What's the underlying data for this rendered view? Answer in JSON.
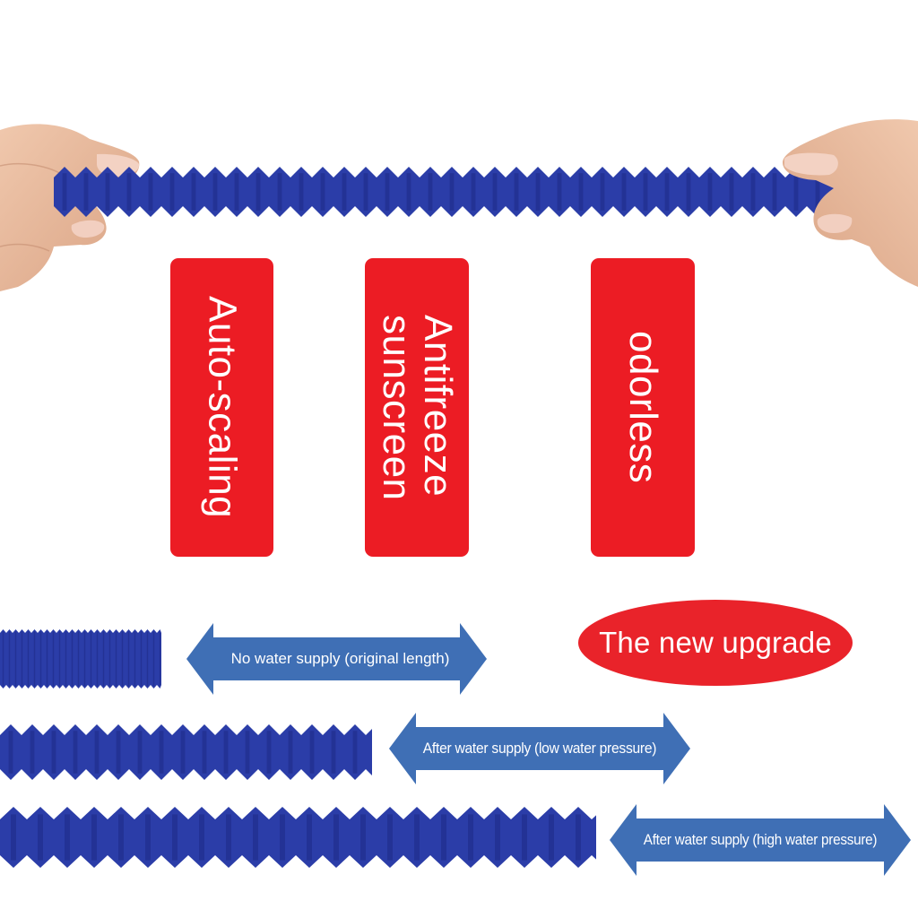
{
  "title_partial": "",
  "features": [
    {
      "label": "Auto-scaling",
      "lines": [
        "Auto-scaling"
      ]
    },
    {
      "label": "Antifreeze sunscreen",
      "lines": [
        "Antifreeze",
        "sunscreen"
      ]
    },
    {
      "label": "odorless",
      "lines": [
        "odorless"
      ]
    }
  ],
  "badge": {
    "label": "The new upgrade"
  },
  "states": [
    {
      "label": "No water supply (original length)"
    },
    {
      "label": "After water supply (low water pressure)"
    },
    {
      "label": "After water supply (high water pressure)"
    }
  ],
  "colors": {
    "tag_red": "#ec1c24",
    "badge_red": "#e9232a",
    "arrow_blue": "#3f6fb5",
    "hose_blue": "#2b3da8",
    "hose_dark": "#1a2580",
    "skin": "#e8b89a"
  }
}
